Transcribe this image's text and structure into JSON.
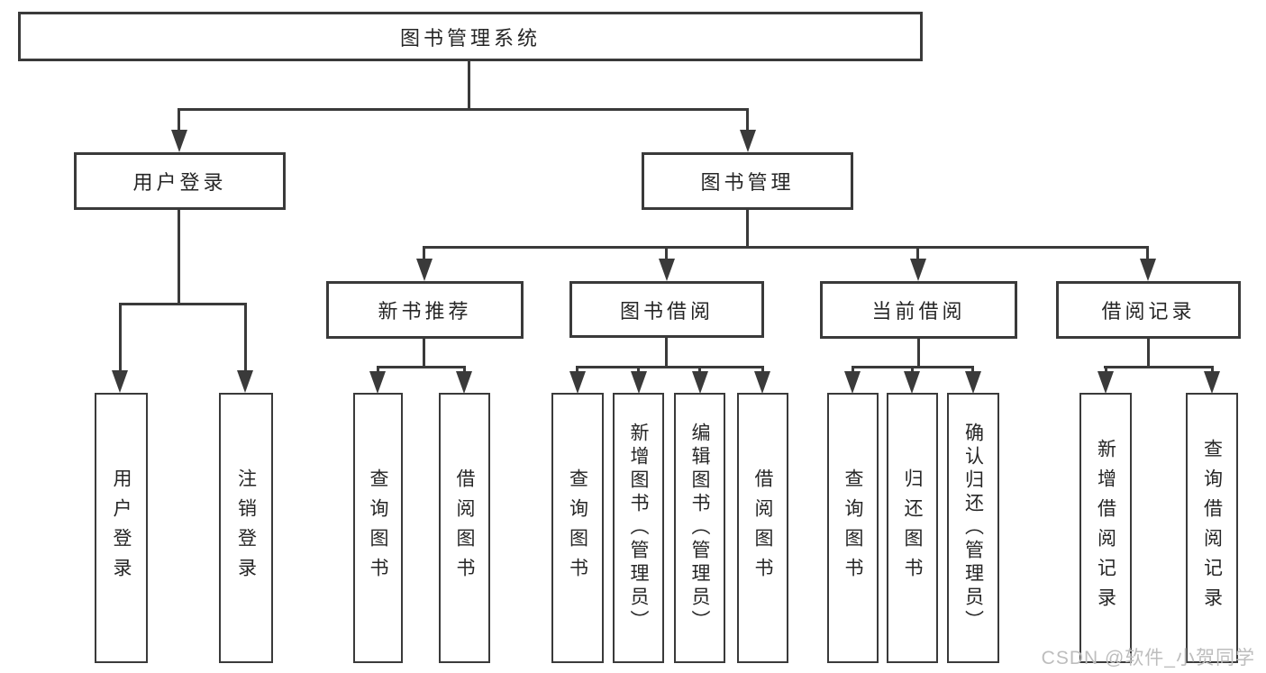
{
  "tree": {
    "root": {
      "label": "图书管理系统"
    },
    "branches": [
      {
        "label": "用户登录",
        "children": [
          {
            "label": "用户登录"
          },
          {
            "label": "注销登录"
          }
        ]
      },
      {
        "label": "图书管理",
        "children": [
          {
            "label": "新书推荐",
            "children": [
              {
                "label": "查询图书"
              },
              {
                "label": "借阅图书"
              }
            ]
          },
          {
            "label": "图书借阅",
            "children": [
              {
                "label": "查询图书"
              },
              {
                "label": "新增图书（管理员）"
              },
              {
                "label": "编辑图书（管理员）"
              },
              {
                "label": "借阅图书"
              }
            ]
          },
          {
            "label": "当前借阅",
            "children": [
              {
                "label": "查询图书"
              },
              {
                "label": "归还图书"
              },
              {
                "label": "确认归还（管理员）"
              }
            ]
          },
          {
            "label": "借阅记录",
            "children": [
              {
                "label": "新增借阅记录"
              },
              {
                "label": "查询借阅记录"
              }
            ]
          }
        ]
      }
    ]
  },
  "watermark": {
    "text": "CSDN @软件_小贺同学"
  },
  "colors": {
    "line": "#3a3a3a",
    "text": "#262626",
    "watermark": "#bdbdbd",
    "background": "#ffffff"
  }
}
